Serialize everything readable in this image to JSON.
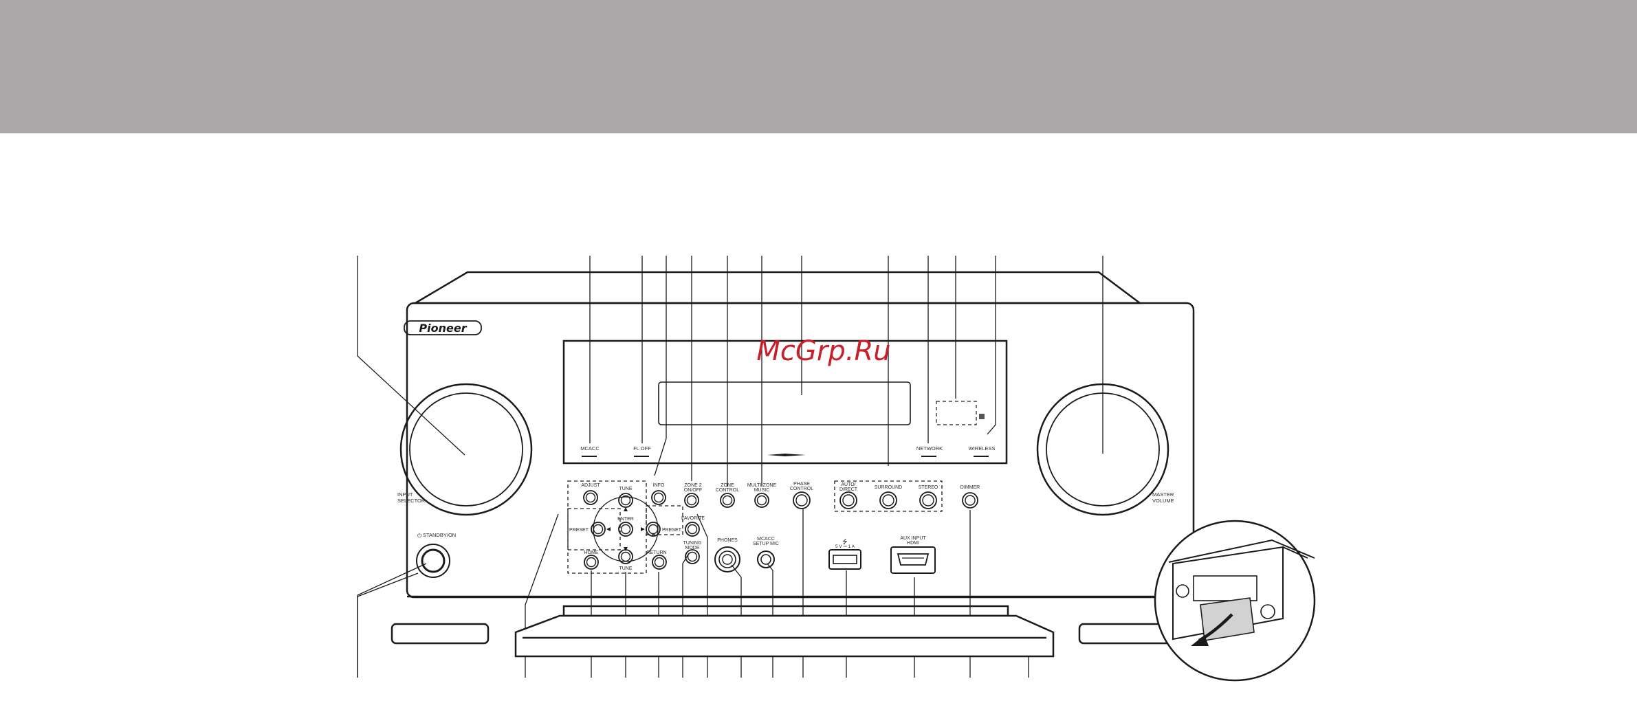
{
  "watermark": "McGrp.Ru",
  "brand": "Pioneer",
  "display_labels": {
    "mcacc": "MCACC",
    "fl_off": "FL OFF",
    "network": "NETWORK",
    "wireless": "WIRELESS"
  },
  "knobs": {
    "input_selector": [
      "INPUT",
      "SELECTOR"
    ],
    "master_volume": [
      "MASTER",
      "VOLUME"
    ]
  },
  "buttons": {
    "adjust": "ADJUST",
    "tune_up": "TUNE",
    "tune_down": "TUNE",
    "info": "INFO",
    "enter": "ENTER",
    "preset_left": "PRESET",
    "preset_right": "PRESET",
    "home": "HOME",
    "return": "RETURN",
    "favorite": "FAVORITE",
    "tuning_mode": [
      "TUNING",
      "MODE"
    ],
    "zone2": [
      "ZONE 2",
      "ON/OFF"
    ],
    "zone_control": [
      "ZONE",
      "CONTROL"
    ],
    "multi_zone": [
      "MULTI-ZONE",
      "MUSIC"
    ],
    "phase_control": [
      "PHASE",
      "CONTROL"
    ],
    "auto_direct": [
      "AUTO/",
      "DIRECT"
    ],
    "surround": "SURROUND",
    "stereo": "STEREO",
    "dimmer": "DIMMER",
    "standby": "STANDBY/ON"
  },
  "jacks": {
    "phones": "PHONES",
    "mcacc_mic": [
      "MCACC",
      "SETUP MIC"
    ],
    "usb": "5 V ⎓ 1 A",
    "aux": [
      "AUX INPUT",
      "HDMI"
    ]
  },
  "colors": {
    "header_band": "#a9a7a8",
    "watermark": "#c8202a",
    "line": "#1a1a1a"
  }
}
